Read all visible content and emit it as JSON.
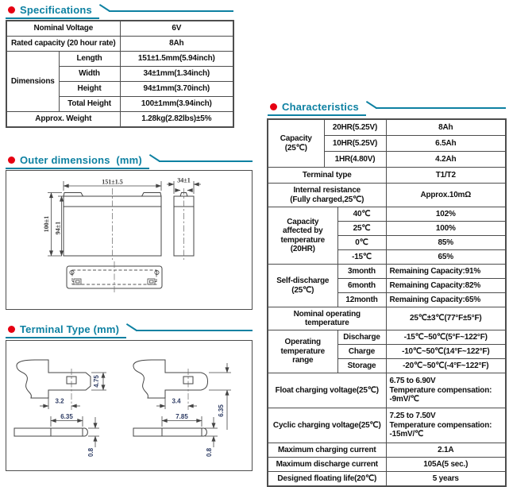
{
  "theme": {
    "accent_teal": "#0e81a2",
    "bullet_red": "#e60012",
    "table_border": "#4d4d4d"
  },
  "specifications": {
    "title": "Specifications",
    "nominal_voltage": {
      "label": "Nominal Voltage",
      "value": "6V"
    },
    "rated_capacity": {
      "label": "Rated capacity (20 hour rate)",
      "value": "8Ah"
    },
    "dimensions": {
      "label": "Dimensions",
      "rows": [
        {
          "label": "Length",
          "value": "151±1.5mm(5.94inch)"
        },
        {
          "label": "Width",
          "value": "34±1mm(1.34inch)"
        },
        {
          "label": "Height",
          "value": "94±1mm(3.70inch)"
        },
        {
          "label": "Total Height",
          "value": "100±1mm(3.94inch)"
        }
      ]
    },
    "approx_weight": {
      "label": "Approx. Weight",
      "value": "1.28kg(2.82lbs)±5%"
    }
  },
  "outer_dimensions": {
    "title": "Outer dimensions  (mm)",
    "front_width": "151±1.5",
    "total_height": "100±1",
    "case_height": "94±1",
    "side_width": "34±1"
  },
  "terminal_type": {
    "title": "Terminal Type (mm)",
    "t1": {
      "tab_height": "4.75",
      "slot_offset": "3.2",
      "tab_length": "6.35",
      "thickness": "0.8"
    },
    "t2": {
      "slot_offset": "3.4",
      "tab_length": "7.85",
      "tab_height": "6.35",
      "thickness": "0.8"
    }
  },
  "characteristics": {
    "title": "Characteristics",
    "capacity": {
      "label": "Capacity\n(25℃)",
      "rows": [
        {
          "label": "20HR(5.25V)",
          "value": "8Ah"
        },
        {
          "label": "10HR(5.25V)",
          "value": "6.5Ah"
        },
        {
          "label": "1HR(4.80V)",
          "value": "4.2Ah"
        }
      ]
    },
    "terminal": {
      "label": "Terminal type",
      "value": "T1/T2"
    },
    "internal_resistance": {
      "label": "Internal resistance\n(Fully charged,25℃)",
      "value": "Approx.10mΩ"
    },
    "capacity_temperature": {
      "label": "Capacity\naffected by\ntemperature\n(20HR)",
      "rows": [
        {
          "label": "40℃",
          "value": "102%"
        },
        {
          "label": "25℃",
          "value": "100%"
        },
        {
          "label": "0℃",
          "value": "85%"
        },
        {
          "label": "-15℃",
          "value": "65%"
        }
      ]
    },
    "self_discharge": {
      "label": "Self-discharge\n(25℃)",
      "rows": [
        {
          "label": "3month",
          "value": "Remaining Capacity:91%"
        },
        {
          "label": "6month",
          "value": "Remaining Capacity:82%"
        },
        {
          "label": "12month",
          "value": "Remaining Capacity:65%"
        }
      ]
    },
    "nominal_operating_temperature": {
      "label": "Nominal operating\ntemperature",
      "value": "25℃±3℃(77°F±5°F)"
    },
    "operating_temperature_range": {
      "label": "Operating\ntemperature\nrange",
      "rows": [
        {
          "label": "Discharge",
          "value": "-15℃~50℃(5°F~122°F)"
        },
        {
          "label": "Charge",
          "value": "-10℃~50℃(14°F~122°F)"
        },
        {
          "label": "Storage",
          "value": "-20℃~50℃(-4°F~122°F)"
        }
      ]
    },
    "float_charging": {
      "label": "Float charging voltage(25℃)",
      "value": "6.75 to 6.90V\nTemperature compensation:\n-9mV/℃"
    },
    "cyclic_charging": {
      "label": "Cyclic charging voltage(25℃)",
      "value": "7.25 to 7.50V\nTemperature compensation:\n-15mV/℃"
    },
    "max_charging_current": {
      "label": "Maximum charging current",
      "value": "2.1A"
    },
    "max_discharge_current": {
      "label": "Maximum discharge current",
      "value": "105A(5 sec.)"
    },
    "designed_floating_life": {
      "label": "Designed floating life(20℃)",
      "value": "5 years"
    }
  }
}
